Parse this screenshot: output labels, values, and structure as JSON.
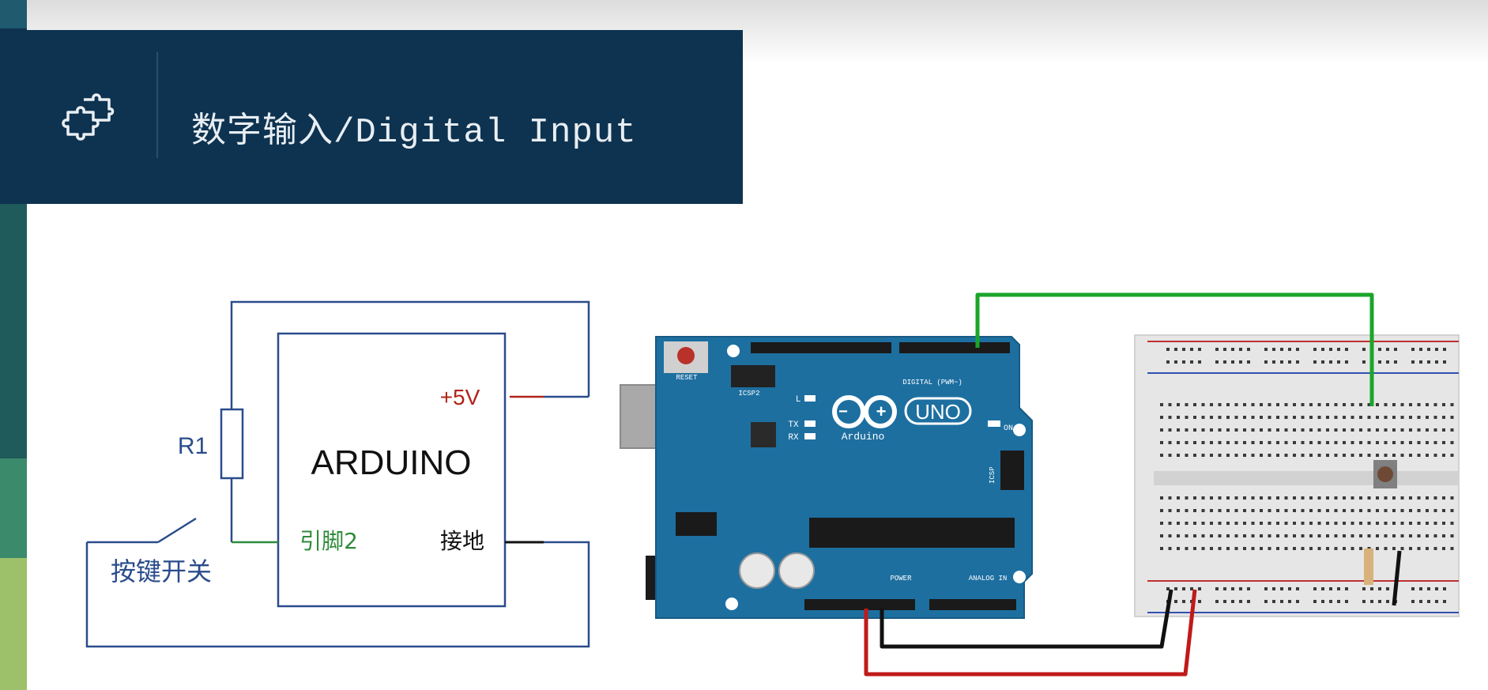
{
  "header": {
    "title": "数字输入/Digital Input",
    "icon": "puzzle-piece-icon"
  },
  "schematic": {
    "controller_label": "ARDUINO",
    "power_pin_label": "+5V",
    "input_pin_label": "引脚2",
    "ground_pin_label": "接地",
    "resistor_label": "R1",
    "switch_label": "按键开关"
  },
  "board": {
    "brand": "Arduino",
    "model": "UNO",
    "reset_label": "RESET",
    "icsp2_label": "ICSP2",
    "icsp_label": "ICSP",
    "led_l_label": "L",
    "tx_label": "TX",
    "rx_label": "RX",
    "on_label": "ON",
    "digital_label": "DIGITAL (PWM~)",
    "power_label": "POWER",
    "analog_label": "ANALOG IN"
  },
  "colors": {
    "header_bg": "#0e3350",
    "board_blue": "#1d6fa0",
    "wire_green": "#1aa52a",
    "wire_red": "#c01a1a",
    "wire_black": "#111111",
    "schematic_line": "#2a4c8c",
    "power_text": "#b02418",
    "input_text": "#2e8b3a"
  }
}
